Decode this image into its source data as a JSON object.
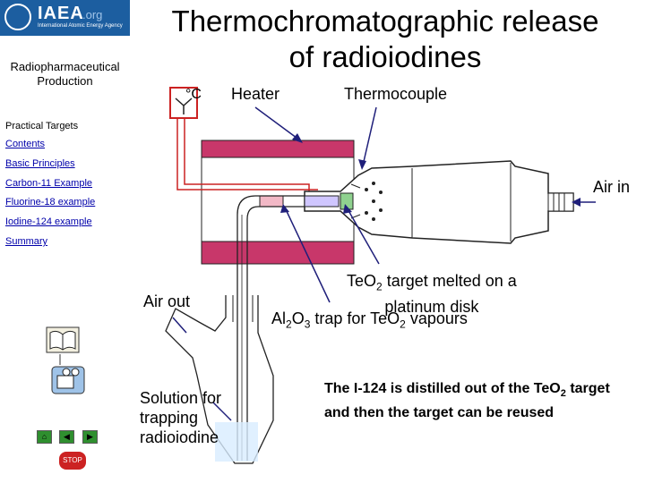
{
  "sidebar": {
    "logo_text": "IAEA",
    "logo_org": ".org",
    "logo_subtitle": "International Atomic Energy Agency",
    "section_title_line1": "Radiopharmaceutical",
    "section_title_line2": "Production",
    "practical_targets": "Practical Targets",
    "nav": [
      "Contents",
      "Basic Principles",
      "Carbon-11 Example",
      "Fluorine-18 example",
      "Iodine-124 example",
      "Summary"
    ],
    "stop_label": "STOP"
  },
  "title_line1": "Thermochromatographic release",
  "title_line2": "of radioiodines",
  "diagram": {
    "temp_unit": "°C",
    "heater": "Heater",
    "thermocouple": "Thermocouple",
    "air_in": "Air in",
    "air_out": "Air out",
    "target_pre": "Te",
    "target_mid1": "O",
    "target_sub": "2",
    "target_post": " target melted on a",
    "target_line2": "platinum disk",
    "trap_a": "Al",
    "trap_sub1": "2",
    "trap_b": "O",
    "trap_sub2": "3",
    "trap_c": " trap for Te",
    "trap_d": "O",
    "trap_sub3": "2",
    "trap_e": " vapours",
    "solution_line1": "Solution for",
    "solution_line2": "trapping",
    "solution_line3": "radioiodine"
  },
  "note_a": "The I-124 is distilled out of the Te",
  "note_b": "O",
  "note_sub": "2",
  "note_c": " target and then the target can be reused",
  "colors": {
    "heater_block": "#c8376a",
    "heater_inner": "#ffffff",
    "arrow": "#1f1f7a",
    "wire": "#cc2222",
    "logo_bg": "#1c5ea0"
  }
}
